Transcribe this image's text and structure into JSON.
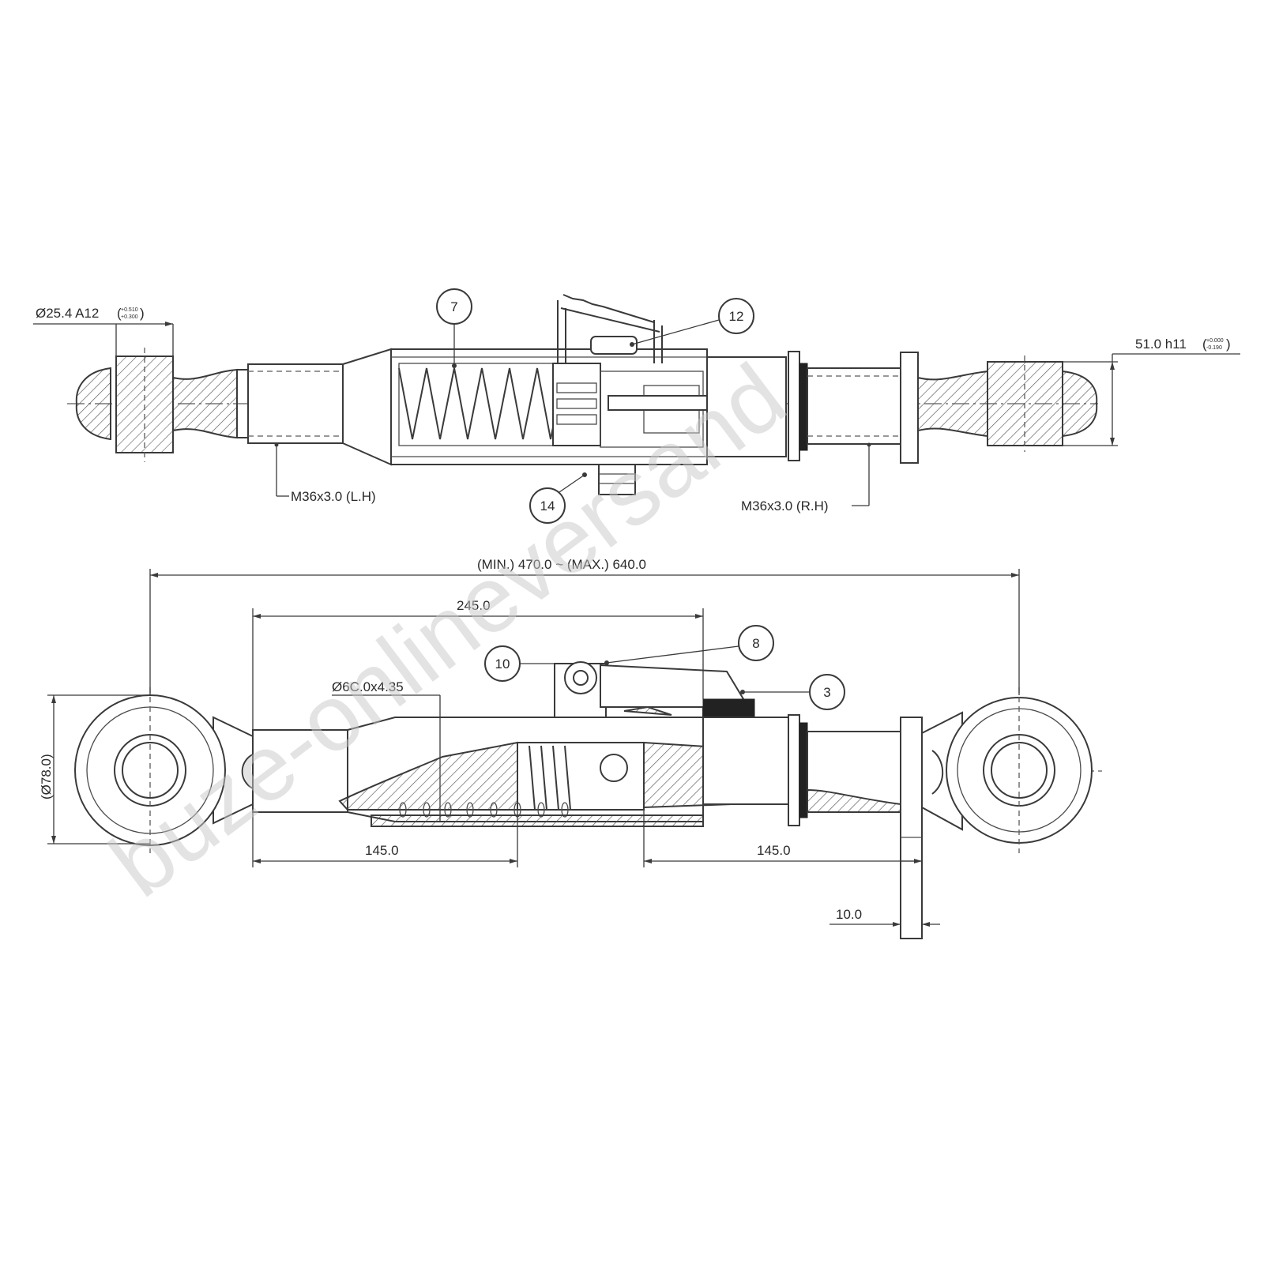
{
  "top_view": {
    "pin_bore_label": "Ø25.4 A12",
    "pin_bore_tol_upper": "+0.510",
    "pin_bore_tol_lower": "+0.300",
    "ball_dia_label": "51.0 h11",
    "ball_dia_tol_upper": "+0.000",
    "ball_dia_tol_lower": "-0.190",
    "thread_left_label": "M36x3.0 (L.H)",
    "thread_right_label": "M36x3.0 (R.H)",
    "balloons": [
      "7",
      "12",
      "14"
    ]
  },
  "side_view": {
    "overall_length_label": "(MIN.) 470.0 ~ (MAX.) 640.0",
    "body_length_label": "245.0",
    "spring_wire_label": "Ø6C.0x4.35",
    "eye_dia_label": "(Ø78.0)",
    "left_thread_length_label": "145.0",
    "right_thread_length_label": "145.0",
    "flange_thickness_label": "10.0",
    "balloons": [
      "10",
      "8",
      "3"
    ]
  },
  "watermark": "buze-onlineversand"
}
